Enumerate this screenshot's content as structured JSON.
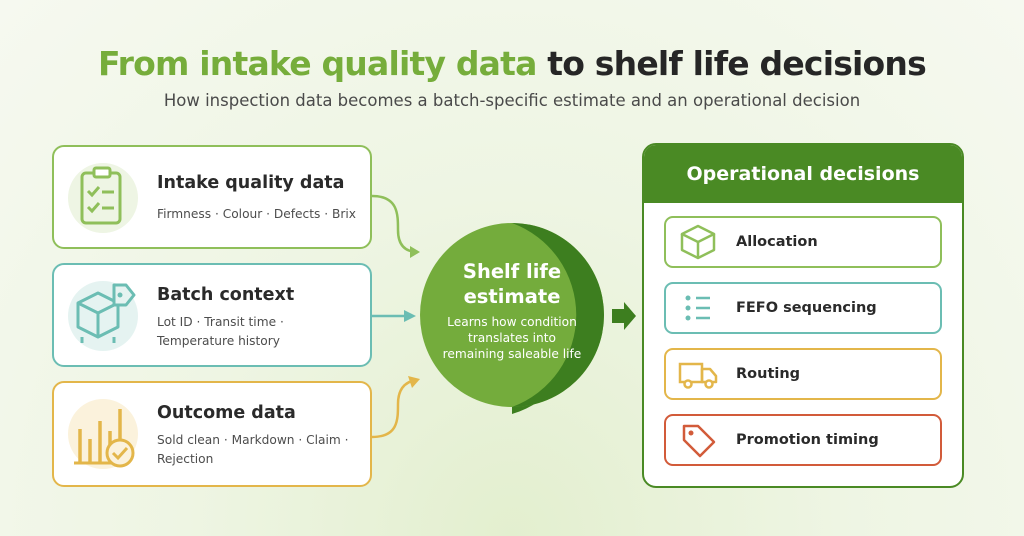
{
  "header": {
    "title_highlight": "From intake quality data",
    "title_rest": " to shelf life decisions",
    "subtitle": "How inspection data becomes a batch-specific estimate and an operational decision"
  },
  "inputs": [
    {
      "title": "Intake quality data",
      "description": "Firmness · Colour · Defects · Brix",
      "icon": "clipboard-checklist-icon",
      "color": "#8fbf5a"
    },
    {
      "title": "Batch context",
      "description": "Lot ID · Transit time · Temperature history",
      "icon": "box-tag-icon",
      "color": "#6bbdb3"
    },
    {
      "title": "Outcome data",
      "description": "Sold clean · Markdown · Claim · Rejection",
      "icon": "bar-chart-check-icon",
      "color": "#e3b64a"
    }
  ],
  "estimate": {
    "title": "Shelf life estimate",
    "description": "Learns how condition translates into remaining saleable life",
    "color": "#74ac3c"
  },
  "decisions": {
    "header": "Operational decisions",
    "items": [
      {
        "label": "Allocation",
        "icon": "cube-icon",
        "color": "#8fbf5a"
      },
      {
        "label": "FEFO sequencing",
        "icon": "list-icon",
        "color": "#6bbdb3"
      },
      {
        "label": "Routing",
        "icon": "truck-icon",
        "color": "#e3b64a"
      },
      {
        "label": "Promotion timing",
        "icon": "price-tag-icon",
        "color": "#d25b3a"
      }
    ]
  },
  "colors": {
    "brand_green": "#76ad3b",
    "dark_green": "#4a8a24"
  }
}
